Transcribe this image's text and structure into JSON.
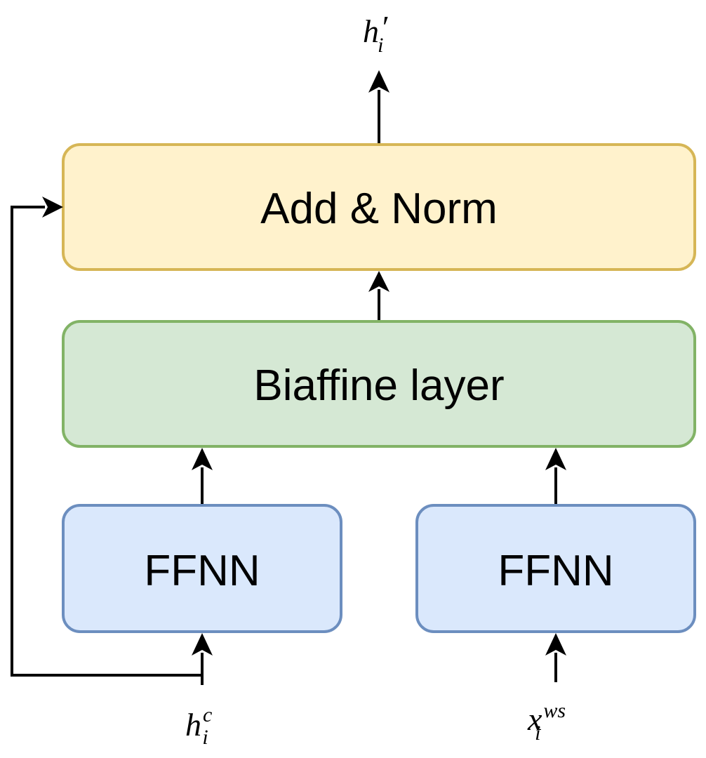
{
  "boxes": {
    "add_norm": {
      "label": "Add & Norm",
      "fill": "#fff2cc",
      "stroke": "#d6b656"
    },
    "biaffine": {
      "label": "Biaffine layer",
      "fill": "#d5e8d4",
      "stroke": "#82b366"
    },
    "ffnn_left": {
      "label": "FFNN",
      "fill": "#dae8fc",
      "stroke": "#6c8ebf"
    },
    "ffnn_right": {
      "label": "FFNN",
      "fill": "#dae8fc",
      "stroke": "#6c8ebf"
    }
  },
  "math": {
    "output": {
      "base": "h",
      "sup": "′",
      "sub": "i"
    },
    "input_left": {
      "base": "h",
      "sup": "c",
      "sub": "i"
    },
    "input_right": {
      "base": "x",
      "sup": "ws",
      "sub": "i"
    }
  },
  "colors": {
    "line": "#000000"
  }
}
